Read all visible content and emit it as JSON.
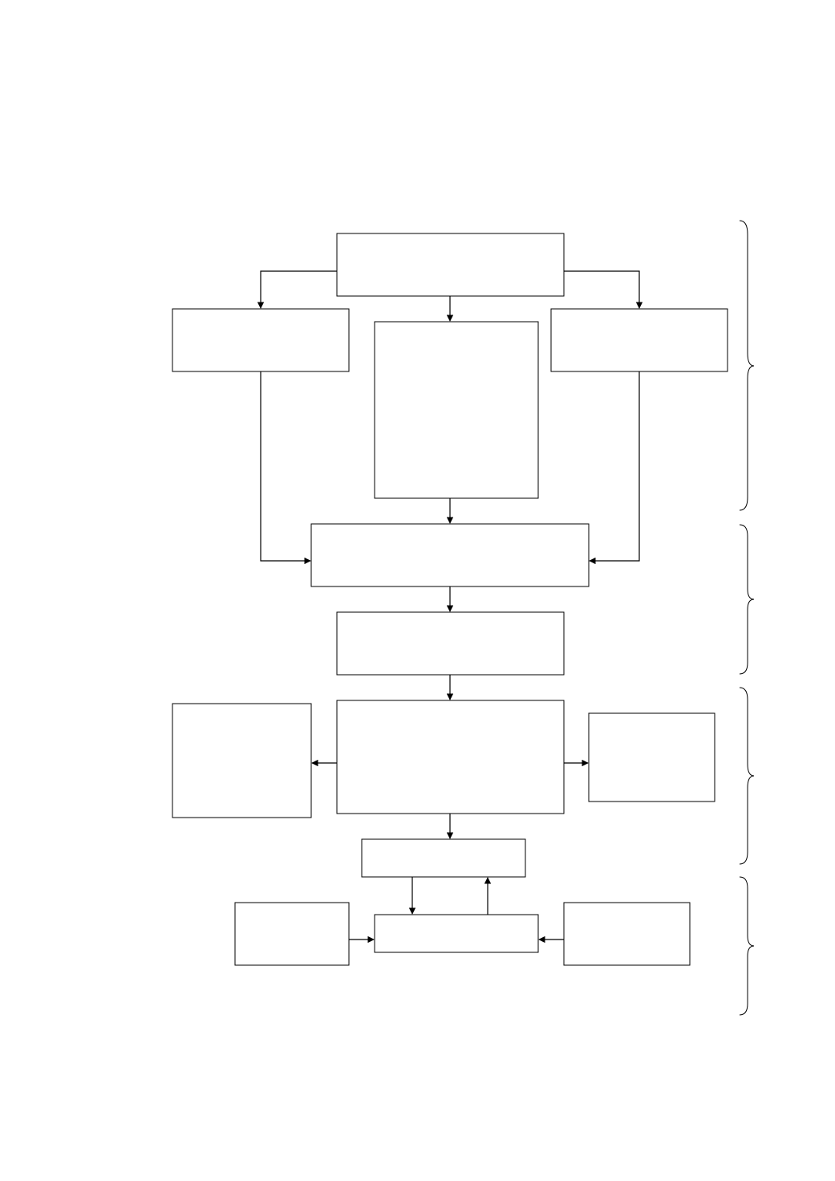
{
  "diagram": {
    "type": "flowchart",
    "stroke_color": "#000000",
    "background_color": "#ffffff",
    "boxes": [
      {
        "id": "top",
        "label": ""
      },
      {
        "id": "left-1",
        "label": ""
      },
      {
        "id": "center-tall",
        "label": ""
      },
      {
        "id": "right-1",
        "label": ""
      },
      {
        "id": "merge",
        "label": ""
      },
      {
        "id": "step-2",
        "label": ""
      },
      {
        "id": "hub",
        "label": ""
      },
      {
        "id": "hub-left",
        "label": ""
      },
      {
        "id": "hub-right",
        "label": ""
      },
      {
        "id": "step-3",
        "label": ""
      },
      {
        "id": "bottom-center",
        "label": ""
      },
      {
        "id": "bottom-left",
        "label": ""
      },
      {
        "id": "bottom-right",
        "label": ""
      }
    ],
    "edges": [
      {
        "from": "top",
        "to": "left-1"
      },
      {
        "from": "top",
        "to": "center-tall"
      },
      {
        "from": "top",
        "to": "right-1"
      },
      {
        "from": "left-1",
        "to": "merge"
      },
      {
        "from": "center-tall",
        "to": "merge"
      },
      {
        "from": "right-1",
        "to": "merge"
      },
      {
        "from": "merge",
        "to": "step-2"
      },
      {
        "from": "step-2",
        "to": "hub"
      },
      {
        "from": "hub",
        "to": "hub-left"
      },
      {
        "from": "hub",
        "to": "hub-right"
      },
      {
        "from": "hub",
        "to": "step-3"
      },
      {
        "from": "step-3",
        "to": "bottom-center"
      },
      {
        "from": "bottom-center",
        "to": "step-3"
      },
      {
        "from": "bottom-left",
        "to": "bottom-center"
      },
      {
        "from": "bottom-right",
        "to": "bottom-center"
      }
    ],
    "braces": [
      {
        "id": "stage-1",
        "label": ""
      },
      {
        "id": "stage-2",
        "label": ""
      },
      {
        "id": "stage-3",
        "label": ""
      },
      {
        "id": "stage-4",
        "label": ""
      }
    ]
  }
}
